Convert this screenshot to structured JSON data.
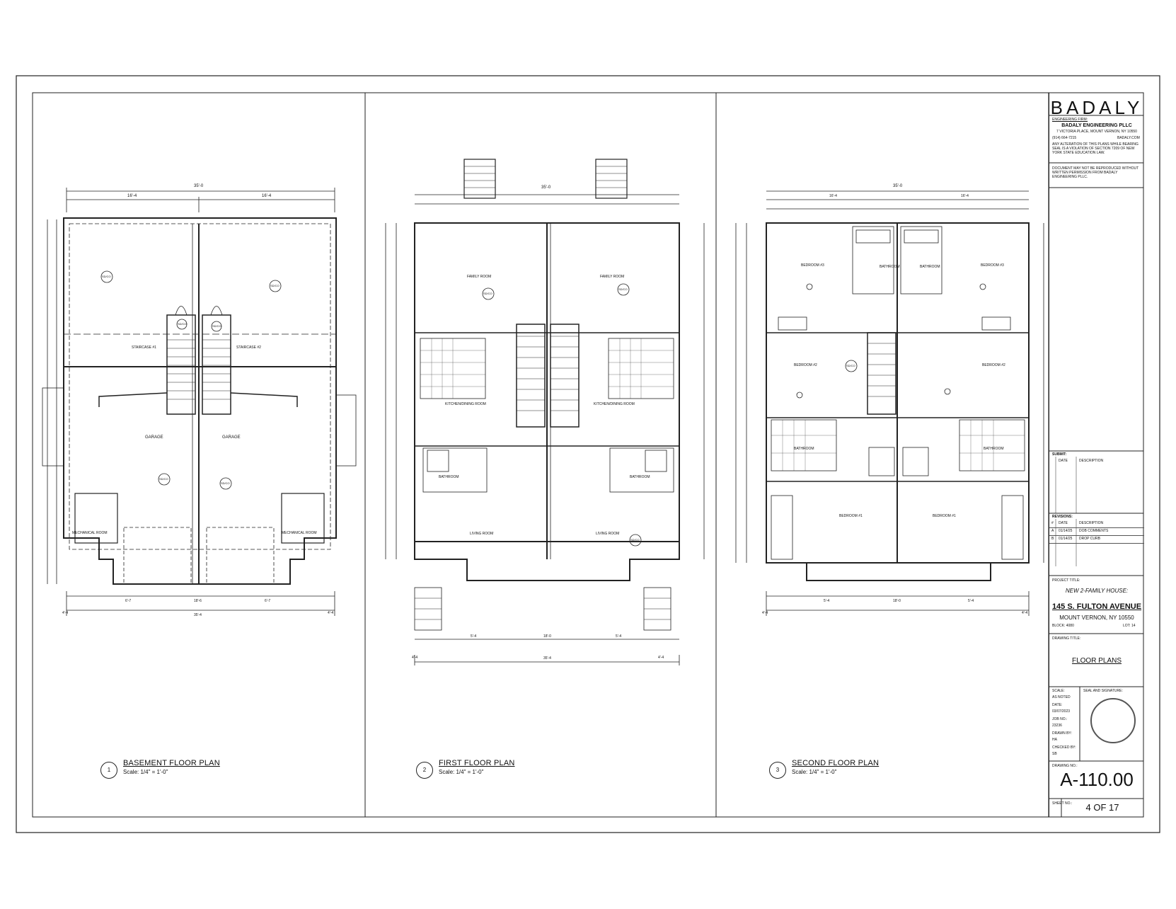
{
  "title_block": {
    "logo": "BADALY",
    "firm_heading": "ENGINEERING FIRM:",
    "firm_name": "BADALY ENGINEERING PLLC",
    "firm_address": "7 VICTORIA PLACE, MOUNT VERNON, NY 10550",
    "firm_phone": "(914) 664-7215",
    "firm_web": "BADALY.COM",
    "note_1": "ANY ALTERATION OF THIS PLANS WHILE BEARING SEAL IS A VIOLATION OF SECTION 7209 OF NEW YORK STATE EDUCATION LAW.",
    "note_2": "DOCUMENT MAY NOT BE REPRODUCED WITHOUT WRITTEN PERMISSION FROM BADALY ENGINEERING PLLC.",
    "submit_heading": "SUBMIT:",
    "submit_col_date": "DATE",
    "submit_col_desc": "DESCRIPTION",
    "revisions_heading": "REVISIONS:",
    "revisions_cols": {
      "mark": "#",
      "date": "DATE",
      "desc": "DESCRIPTION"
    },
    "revisions": [
      {
        "mark": "A",
        "date": "01/14/25",
        "desc": "DOB COMMENTS"
      },
      {
        "mark": "B",
        "date": "01/14/25",
        "desc": "DROP CURB"
      }
    ],
    "project_heading": "PROJECT TITLE:",
    "project_title": "NEW 2-FAMILY HOUSE:",
    "project_address": "145 S. FULTON AVENUE",
    "project_city": "MOUNT VERNON, NY 10550",
    "project_block": "BLOCK: 4080",
    "project_lot": "LOT: 14",
    "drawing_title_heading": "DRAWING TITLE:",
    "drawing_title": "FLOOR PLANS",
    "scale_label": "SCALE:",
    "scale_value": "AS NOTED",
    "date_label": "DATE:",
    "date_value": "03/07/2023",
    "job_label": "JOB NO.:",
    "job_value": "23236",
    "drawn_label": "DRAWN BY:",
    "drawn_value": "HA",
    "checked_label": "CHECKED BY:",
    "checked_value": "SB",
    "seal_heading": "SEAL AND SIGNATURE:",
    "drawing_no_label": "DRAWING NO.:",
    "drawing_number": "A-110.00",
    "sheet_label": "SHEET NO.:",
    "sheet_number": "4 OF 17"
  },
  "plans": [
    {
      "number": "1",
      "title": "BASEMENT FLOOR PLAN",
      "scale": "Scale: 1/4\" = 1'-0\""
    },
    {
      "number": "2",
      "title": "FIRST FLOOR PLAN",
      "scale": "Scale: 1/4\" = 1'-0\""
    },
    {
      "number": "3",
      "title": "SECOND FLOOR PLAN",
      "scale": "Scale: 1/4\" = 1'-0\""
    }
  ],
  "basement": {
    "overall_width": "35'-0",
    "half_widths": [
      "16'-4",
      "16'-4"
    ],
    "bottom_dims": [
      "4'-4",
      "6'-7",
      "18'-6",
      "6'-7",
      "4'-4",
      "35'-4"
    ],
    "rooms": [
      "GARAGE",
      "GARAGE",
      "MECHANICAL ROOM",
      "MECHANICAL ROOM",
      "STAIRCASE #1",
      "STAIRCASE #2"
    ],
    "symbols": [
      "SD/CO",
      "SD/CO",
      "SD/CO",
      "SD/CO",
      "SD/CO",
      "SD/CO"
    ]
  },
  "first": {
    "overall_width": "35'-0",
    "bottom_dims": [
      "4'-4",
      "5'-4",
      "18'-0",
      "5'-4",
      "4'-4",
      "35'-4"
    ],
    "rooms": [
      "FAMILY ROOM",
      "FAMILY ROOM",
      "KITCHEN/DINING ROOM",
      "KITCHEN/DINING ROOM",
      "BATHROOM",
      "BATHROOM",
      "LIVING ROOM",
      "LIVING ROOM"
    ],
    "symbols": [
      "SD/CO",
      "SD/CO",
      "SD/CO"
    ]
  },
  "second": {
    "overall_width": "35'-0",
    "half_widths": [
      "16'-4",
      "16'-4"
    ],
    "bottom_dims": [
      "4'-4",
      "5'-4",
      "18'-0",
      "5'-4",
      "4'-4"
    ],
    "rooms": [
      "BEDROOM #3",
      "BEDROOM #3",
      "BATHROOM",
      "BATHROOM",
      "BEDROOM #2",
      "BEDROOM #2",
      "BATHROOM",
      "BATHROOM",
      "BEDROOM #1",
      "BEDROOM #1"
    ],
    "symbols": [
      "SD/CO"
    ]
  }
}
